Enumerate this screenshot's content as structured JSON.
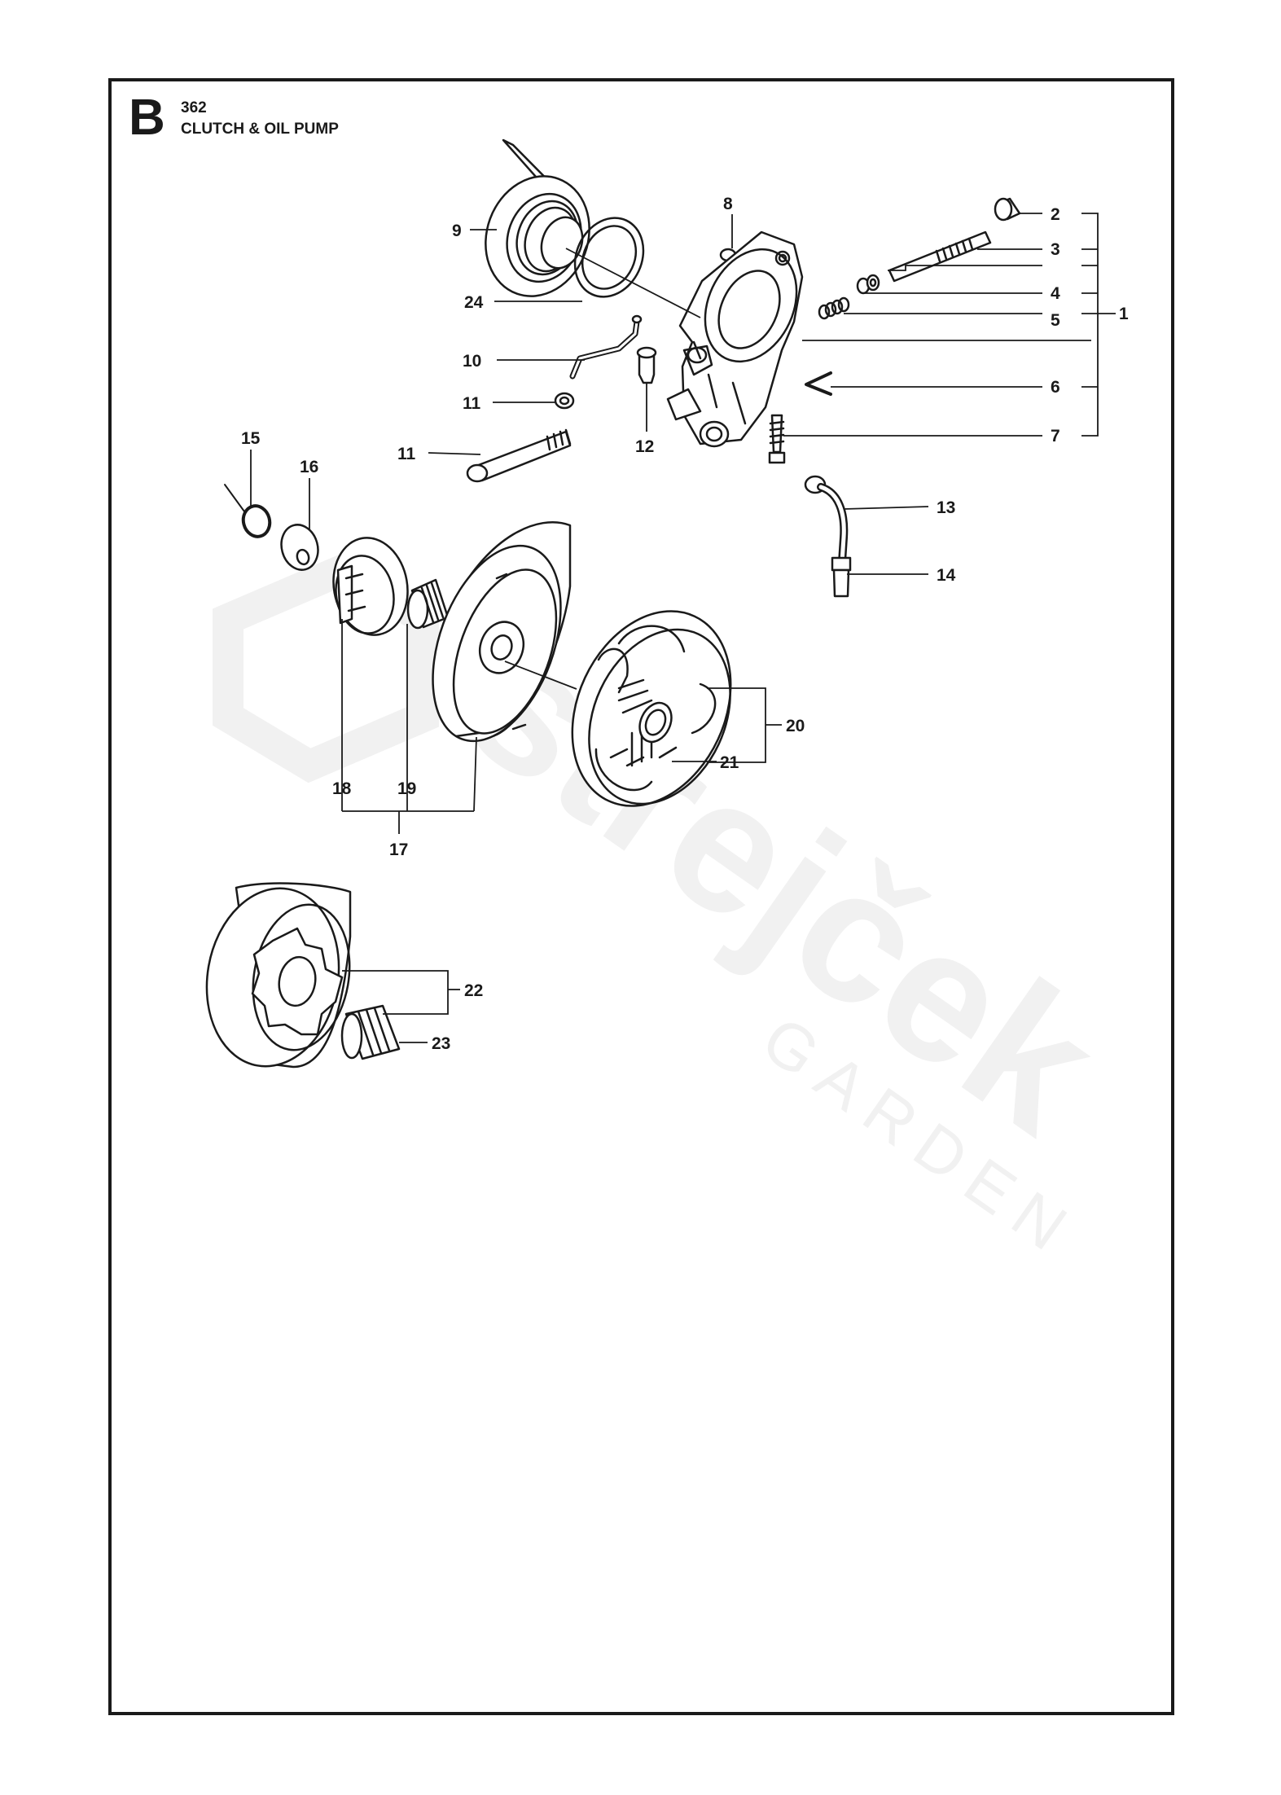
{
  "header": {
    "section_letter": "B",
    "model": "362",
    "title": "CLUTCH & OIL PUMP"
  },
  "watermark": {
    "brand": "strejček",
    "sub": "GARDEN"
  },
  "callouts": [
    "1",
    "2",
    "3",
    "4",
    "5",
    "6",
    "7",
    "8",
    "9",
    "10",
    "11",
    "11",
    "12",
    "13",
    "14",
    "15",
    "16",
    "17",
    "18",
    "19",
    "20",
    "21",
    "22",
    "23",
    "24"
  ],
  "colors": {
    "ink": "#1a1a1a",
    "watermark": "#f1f1f1"
  }
}
